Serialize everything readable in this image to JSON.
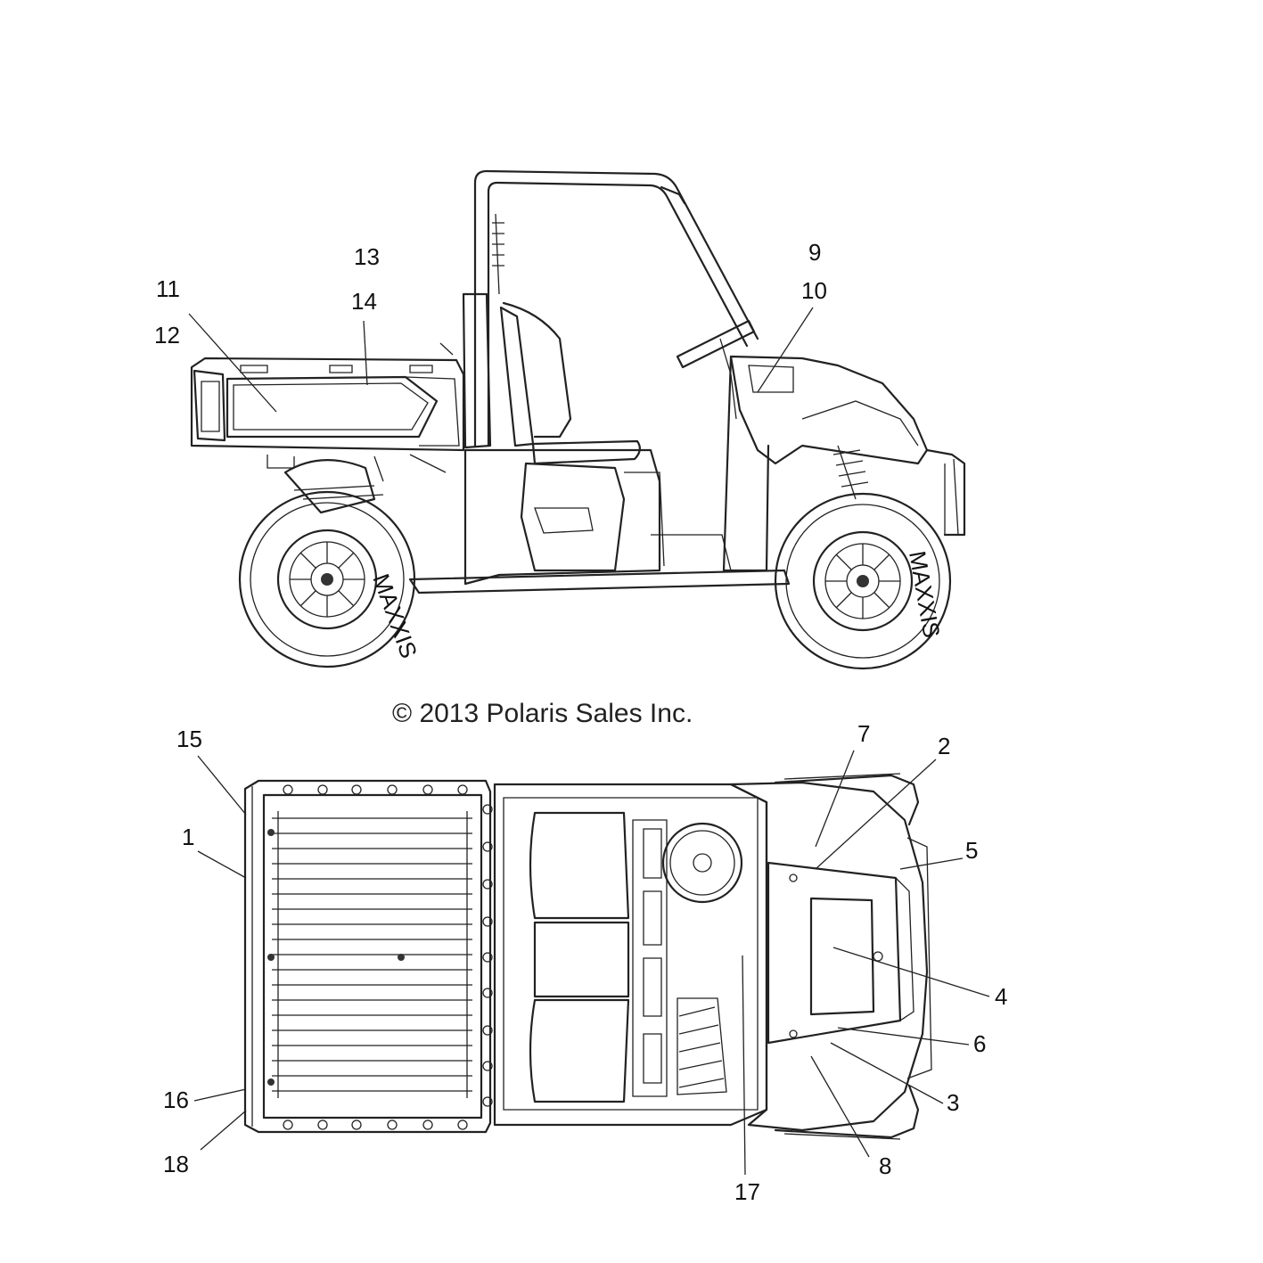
{
  "copyright": "© 2013 Polaris Sales Inc.",
  "tire_brand": "MAXXIS",
  "callouts": [
    {
      "id": "1",
      "label": "1"
    },
    {
      "id": "2",
      "label": "2"
    },
    {
      "id": "3",
      "label": "3"
    },
    {
      "id": "4",
      "label": "4"
    },
    {
      "id": "5",
      "label": "5"
    },
    {
      "id": "6",
      "label": "6"
    },
    {
      "id": "7",
      "label": "7"
    },
    {
      "id": "8",
      "label": "8"
    },
    {
      "id": "9",
      "label": "9"
    },
    {
      "id": "10",
      "label": "10"
    },
    {
      "id": "11",
      "label": "11"
    },
    {
      "id": "12",
      "label": "12"
    },
    {
      "id": "13",
      "label": "13"
    },
    {
      "id": "14",
      "label": "14"
    },
    {
      "id": "15",
      "label": "15"
    },
    {
      "id": "16",
      "label": "16"
    },
    {
      "id": "17",
      "label": "17"
    },
    {
      "id": "18",
      "label": "18"
    }
  ]
}
